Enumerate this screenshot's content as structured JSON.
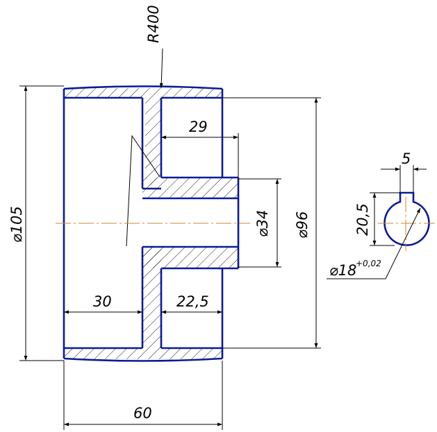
{
  "drawing": {
    "colors": {
      "outline": "#0a1a9a",
      "dimension": "#000000",
      "axis": "#d08a2a",
      "background": "#ffffff"
    },
    "dimensions": {
      "radius": "R400",
      "outer_diameter": "⌀105",
      "rim_inner_diameter": "⌀96",
      "hub_diameter": "⌀34",
      "hub_length": "29",
      "left_rim_length": "30",
      "right_rim_length": "22,5",
      "total_length": "60"
    },
    "keyway": {
      "width": "5",
      "depth": "20,5",
      "bore_diameter": "⌀18",
      "tolerance": "+0,02"
    }
  }
}
